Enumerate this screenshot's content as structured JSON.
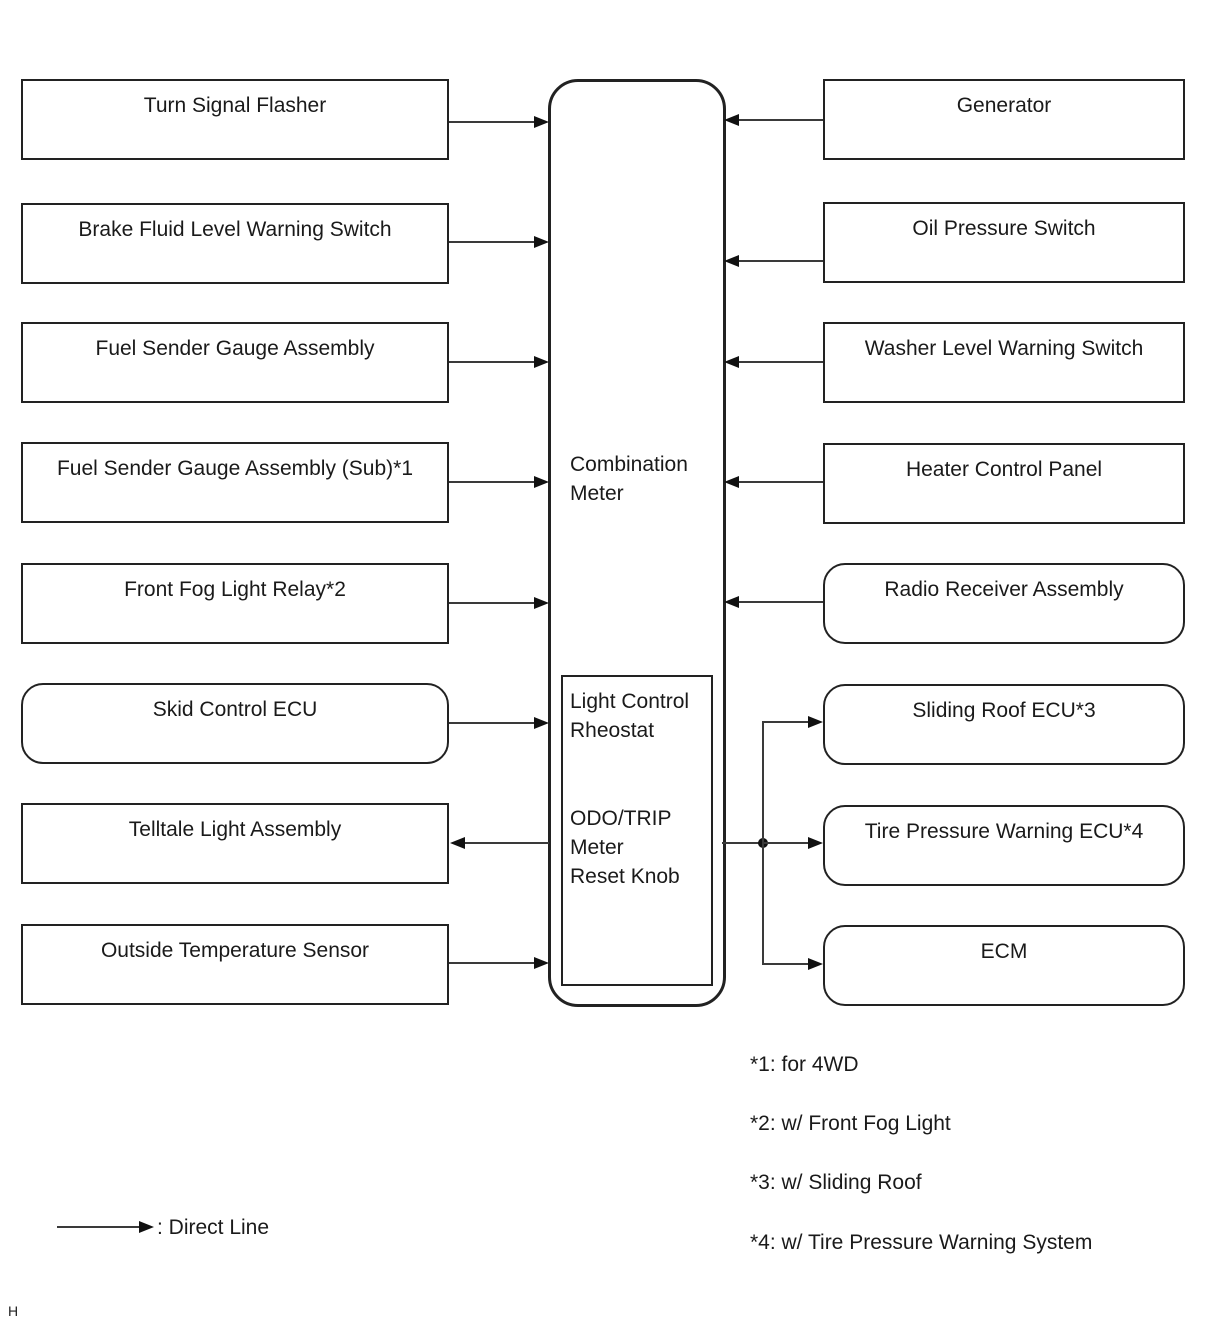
{
  "diagram": {
    "left_column": {
      "items": [
        {
          "label": "Turn Signal Flasher",
          "arrow": "to-meter"
        },
        {
          "label": "Brake Fluid Level Warning Switch",
          "arrow": "to-meter"
        },
        {
          "label": "Fuel Sender Gauge Assembly",
          "arrow": "to-meter"
        },
        {
          "label": "Fuel Sender Gauge Assembly (Sub)*1",
          "arrow": "to-meter"
        },
        {
          "label": "Front Fog Light Relay*2",
          "arrow": "to-meter"
        },
        {
          "label": "Skid Control ECU",
          "arrow": "to-meter"
        },
        {
          "label": "Telltale Light Assembly",
          "arrow": "from-meter"
        },
        {
          "label": "Outside Temperature Sensor",
          "arrow": "to-meter"
        }
      ]
    },
    "center": {
      "meter_label": "Combination\nMeter",
      "rheostat_label": "Light Control\nRheostat",
      "odo_label": "ODO/TRIP\nMeter\nReset Knob"
    },
    "right_column": {
      "items": [
        {
          "label": "Generator",
          "arrow": "to-meter"
        },
        {
          "label": "Oil Pressure Switch",
          "arrow": "to-meter"
        },
        {
          "label": "Washer Level Warning Switch",
          "arrow": "to-meter"
        },
        {
          "label": "Heater Control Panel",
          "arrow": "to-meter"
        },
        {
          "label": "Radio Receiver Assembly",
          "arrow": "to-meter"
        },
        {
          "label": "Sliding Roof ECU*3",
          "arrow": "from-meter"
        },
        {
          "label": "Tire Pressure Warning ECU*4",
          "arrow": "from-meter"
        },
        {
          "label": "ECM",
          "arrow": "from-meter"
        }
      ]
    },
    "notes": [
      "*1: for 4WD",
      "*2: w/ Front Fog Light",
      "*3: w/ Sliding Roof",
      "*4: w/ Tire Pressure Warning System"
    ],
    "legend": {
      "arrow_label": ": Direct Line"
    },
    "page_marker": "H"
  }
}
